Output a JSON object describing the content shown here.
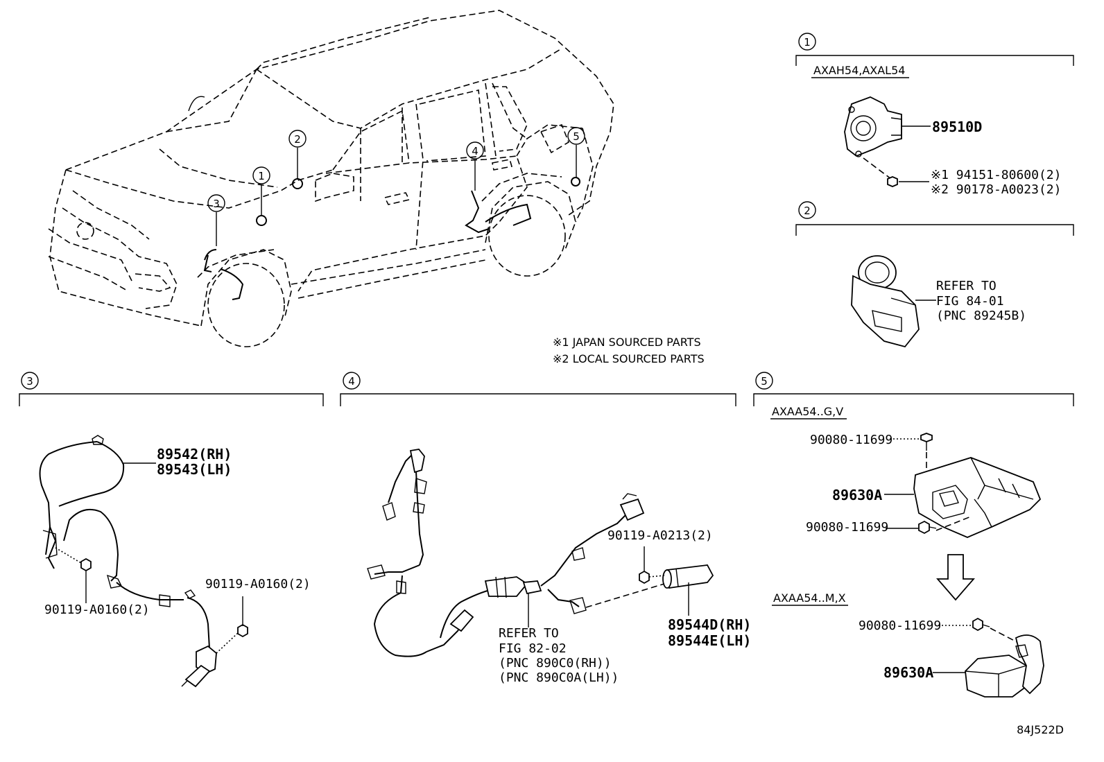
{
  "callouts": {
    "c1": "1",
    "c2": "2",
    "c3": "3",
    "c4": "4",
    "c5": "5"
  },
  "notes": {
    "n1": "※1 JAPAN SOURCED PARTS",
    "n2": "※2 LOCAL SOURCED PARTS"
  },
  "section1": {
    "variant": "AXAH54,AXAL54",
    "part_main": "89510D",
    "part_j": "※1  94151-80600(2)",
    "part_l": "※2  90178-A0023(2)"
  },
  "section2": {
    "ref1": "REFER TO",
    "ref2": "FIG 84-01",
    "ref3": "(PNC 89245B)"
  },
  "section3": {
    "p_rh": "89542(RH)",
    "p_lh": "89543(LH)",
    "bolt_a": "90119-A0160(2)",
    "bolt_b": "90119-A0160(2)"
  },
  "section4": {
    "bolt": "90119-A0213(2)",
    "p_rh": "89544D(RH)",
    "p_lh": "89544E(LH)",
    "ref1": "REFER TO",
    "ref2": "FIG 82-02",
    "ref3": "(PNC 890C0(RH))",
    "ref4": "(PNC 890C0A(LH))"
  },
  "section5": {
    "variant_a": "AXAA54..G,V",
    "variant_b": "AXAA54..M,X",
    "bolt_1": "90080-11699",
    "bolt_2": "90080-11699",
    "bolt_3": "90080-11699",
    "ecu_a": "89630A",
    "ecu_b": "89630A"
  },
  "figure_code": "84J522D"
}
